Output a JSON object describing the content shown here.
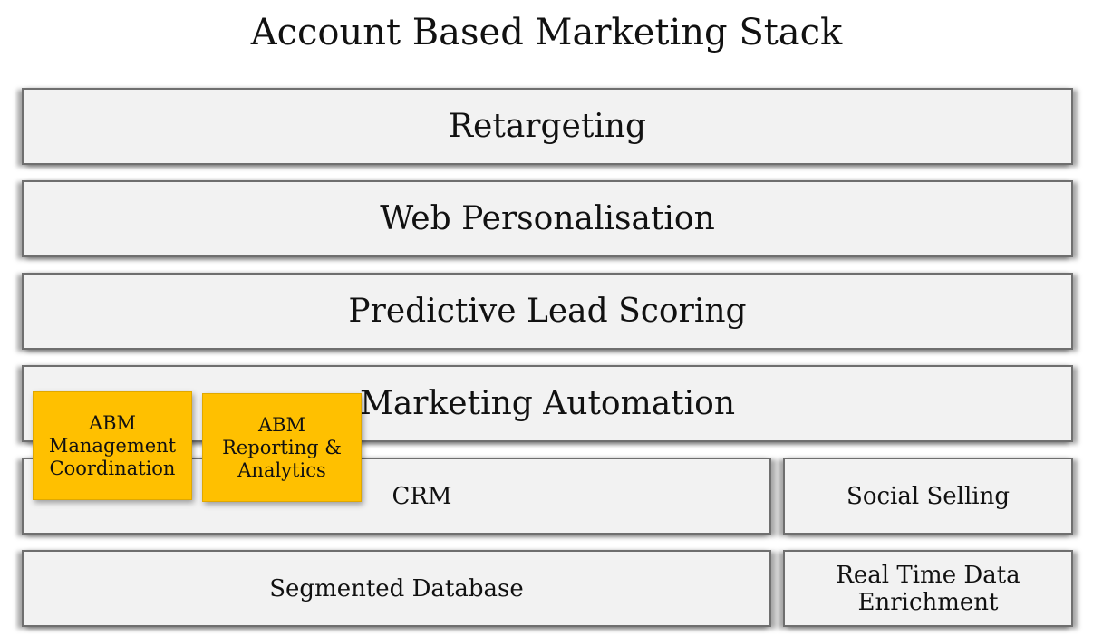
{
  "title": "Account Based Marketing Stack",
  "layers": {
    "retargeting": "Retargeting",
    "web_personalisation": "Web Personalisation",
    "predictive_lead_scoring": "Predictive Lead Scoring",
    "marketing_automation": "Marketing Automation",
    "crm": "CRM",
    "social_selling": "Social Selling",
    "segmented_database": "Segmented Database",
    "real_time_data_enrichment": "Real Time Data\nEnrichment"
  },
  "notes": {
    "abm_management": "ABM\nManagement\nCoordination",
    "abm_reporting": "ABM\nReporting &\nAnalytics"
  },
  "colors": {
    "layer_fill": "#f2f2f2",
    "layer_border": "#6f6f6f",
    "note_fill": "#ffc000"
  }
}
